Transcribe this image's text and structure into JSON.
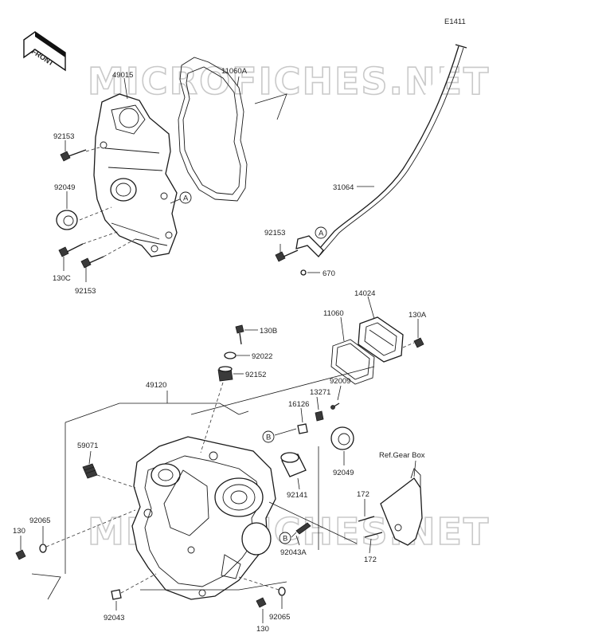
{
  "diagram_code": "E1411",
  "front_label": "FRONT",
  "watermark": "MICROFICHES.NET",
  "ref_label": "Ref.Gear Box",
  "parts": {
    "p49015": "49015",
    "p11060A": "11060A",
    "p92153_a": "92153",
    "p92049_a": "92049",
    "p130C": "130C",
    "p92153_b": "92153",
    "p31064": "31064",
    "p92153_c": "92153",
    "p670": "670",
    "p14024": "14024",
    "p11060": "11060",
    "p130A": "130A",
    "p130B": "130B",
    "p92022": "92022",
    "p92152": "92152",
    "p49120": "49120",
    "p92009": "92009",
    "p13271": "13271",
    "p16126": "16126",
    "p59071": "59071",
    "p92049_b": "92049",
    "p92141": "92141",
    "p172_a": "172",
    "p172_b": "172",
    "p92065_a": "92065",
    "p130_a": "130",
    "p92043A": "92043A",
    "p92043": "92043",
    "p92065_b": "92065",
    "p130_b": "130"
  },
  "callouts": {
    "A1": "A",
    "A2": "A",
    "B1": "B",
    "B2": "B"
  }
}
